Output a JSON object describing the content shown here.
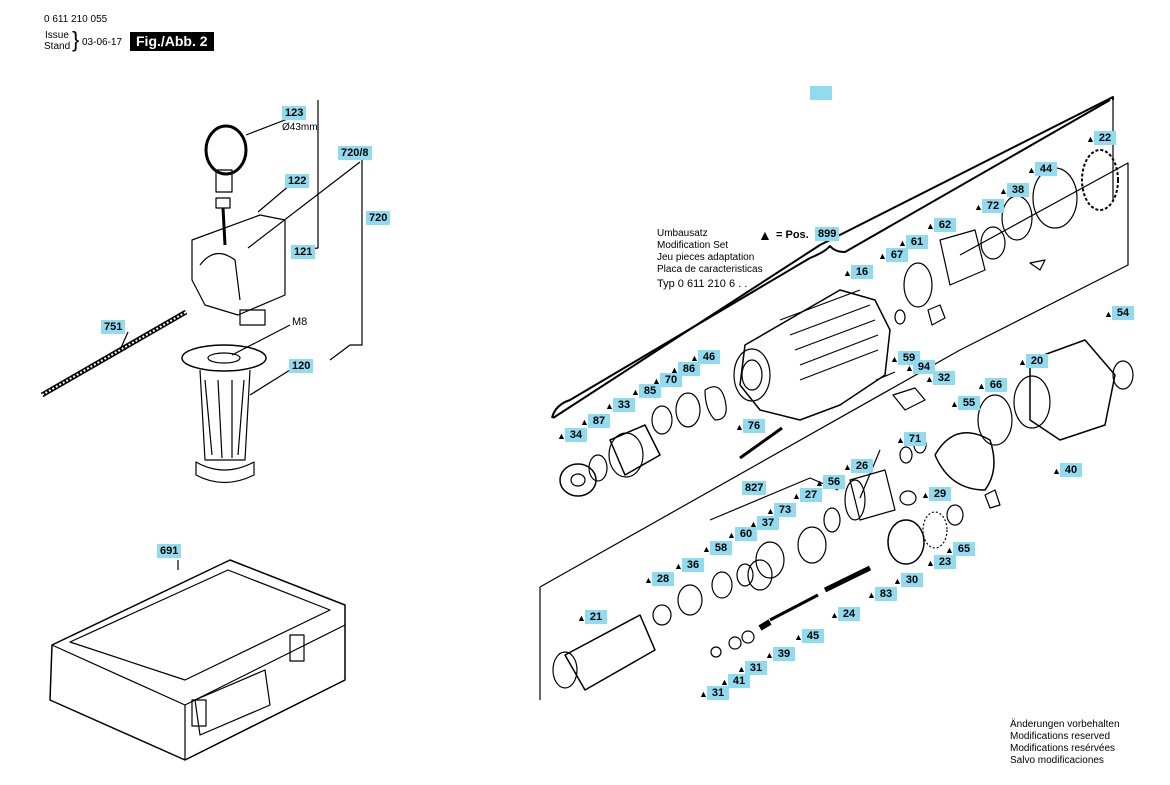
{
  "header": {
    "part_number": "0 611 210 055",
    "issue_label": "Issue",
    "stand_label": "Stand",
    "date": "03-06-17",
    "figure_tag": "Fig./Abb. 2"
  },
  "accessory_callouts": [
    {
      "id": "a123",
      "text": "123"
    },
    {
      "id": "a122",
      "text": "122"
    },
    {
      "id": "a121",
      "text": "121"
    },
    {
      "id": "a7208",
      "text": "720/8"
    },
    {
      "id": "a720",
      "text": "720"
    },
    {
      "id": "a751",
      "text": "751"
    },
    {
      "id": "a120",
      "text": "120"
    },
    {
      "id": "a691",
      "text": "691"
    }
  ],
  "accessory_notes": {
    "diameter": "Ø43mm",
    "thread": "M8"
  },
  "modification_note": {
    "lines": [
      "Umbausatz",
      "Modification Set",
      "Jeu pieces adaptation",
      "Placa de caracteristicas",
      "Typ 0 611 210 6 . ."
    ],
    "pos_text": "= Pos.",
    "pos_value": "899"
  },
  "part_callouts": [
    "22",
    "44",
    "38",
    "72",
    "62",
    "61",
    "67",
    "16",
    "54",
    "20",
    "66",
    "40",
    "55",
    "59",
    "94",
    "32",
    "46",
    "86",
    "70",
    "85",
    "33",
    "87",
    "34",
    "76",
    "71",
    "29",
    "26",
    "56",
    "27",
    "827",
    "73",
    "37",
    "60",
    "58",
    "36",
    "28",
    "21",
    "65",
    "23",
    "30",
    "83",
    "24",
    "45",
    "39",
    "31",
    "41",
    "31"
  ],
  "footer": {
    "lines": [
      "Änderungen vorbehalten",
      "Modifications reserved",
      "Modifications resérvées",
      "Salvo modificaciones"
    ]
  },
  "colors": {
    "label_bg": "#8fdcf0",
    "figure_tag_bg": "#000000"
  }
}
